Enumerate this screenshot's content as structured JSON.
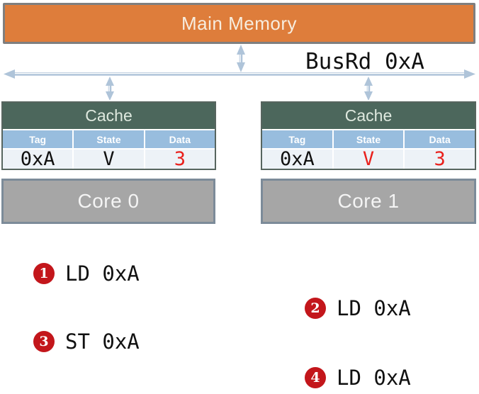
{
  "theme": {
    "background": "#ffffff",
    "memory_fill": "#de7d3b",
    "memory_border": "#7f7f7f",
    "memory_text": "#f7eddf",
    "bus_arrow_color": "#afc4d9",
    "cache_title_fill": "#4c675c",
    "cache_title_text": "#dfe9df",
    "column_header_fill": "#98bdde",
    "column_header_text": "#ffffff",
    "value_row_fill": "#edf2f7",
    "table_border": "#57655f",
    "core_fill": "#a6a6a6",
    "core_border": "#7c8b99",
    "core_text": "#f4f4f4",
    "op_circle_fill": "#c3161b",
    "op_circle_text": "#ffffff",
    "value_black": "#111111",
    "value_red": "#e9201c"
  },
  "memory": {
    "label": "Main Memory"
  },
  "bus": {
    "label": "BusRd 0xA"
  },
  "icons": {
    "bus_arrow": "double-headed-horizontal-arrow",
    "memory_bus_link": "double-headed-vertical-arrow",
    "cache0_bus_link": "double-headed-vertical-arrow",
    "cache1_bus_link": "double-headed-vertical-arrow"
  },
  "caches": [
    {
      "title": "Cache",
      "columns": [
        "Tag",
        "State",
        "Data"
      ],
      "row": {
        "tag": {
          "text": "0xA",
          "color": "#111111"
        },
        "state": {
          "text": "V",
          "color": "#111111"
        },
        "data": {
          "text": "3",
          "color": "#e9201c"
        }
      }
    },
    {
      "title": "Cache",
      "columns": [
        "Tag",
        "State",
        "Data"
      ],
      "row": {
        "tag": {
          "text": "0xA",
          "color": "#111111"
        },
        "state": {
          "text": "V",
          "color": "#e9201c"
        },
        "data": {
          "text": "3",
          "color": "#e9201c"
        }
      }
    }
  ],
  "cores": [
    {
      "label": "Core 0"
    },
    {
      "label": "Core 1"
    }
  ],
  "ops": [
    {
      "num": "1",
      "text": "LD 0xA"
    },
    {
      "num": "2",
      "text": "LD 0xA"
    },
    {
      "num": "3",
      "text": "ST 0xA"
    },
    {
      "num": "4",
      "text": "LD 0xA"
    }
  ]
}
